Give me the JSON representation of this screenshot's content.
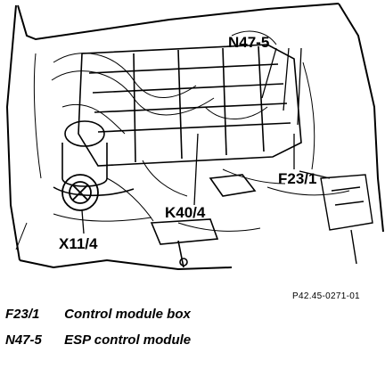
{
  "callouts": {
    "n47_5": "N47-5",
    "f23_1": "F23/1",
    "k40_4": "K40/4",
    "x11_4": "X11/4"
  },
  "figure_code": "P42.45-0271-01",
  "legend": [
    {
      "code": "F23/1",
      "description": "Control module box"
    },
    {
      "code": "N47-5",
      "description": "ESP control module"
    }
  ]
}
